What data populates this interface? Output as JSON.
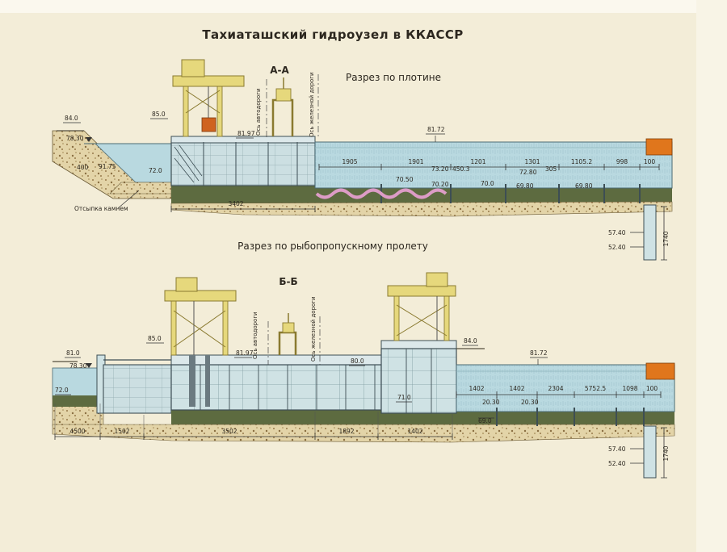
{
  "title": "Тахиаташский гидроузел  в ККАССР",
  "colors": {
    "background": "#f3edd8",
    "water": "#b9d9e0",
    "ground_olive": "#5d6b40",
    "soil_tan": "#e3d4a8",
    "concrete": "#ccdfe2",
    "crane_yellow": "#e6d87c",
    "accent_orange": "#e0761c",
    "clay_seam_pink": "#dd9cc6"
  },
  "section_a": {
    "label": "А-А",
    "caption": "Разрез по плотине",
    "axis_road": "Ось автодороги",
    "axis_rail": "Ось железной дороги",
    "note_rockfill": "Отсыпка камнем",
    "elev": {
      "e84": "84.0",
      "e85": "85.0",
      "e7830": "78.30",
      "d400": "400",
      "e9175": "91.75",
      "e72": "72.0",
      "e8197": "81.97",
      "e8172": "81.72",
      "e7050": "70.50",
      "e7320": "73.20",
      "e4503": "450.3",
      "e7020": "70.20",
      "e7280": "72.80",
      "e305": "305",
      "e70": "70.0",
      "e6980a": "69.80",
      "e6980b": "69.80",
      "e5740": "57.40",
      "e5240": "52.40"
    },
    "dims_top": [
      "1905",
      "1901",
      "1201",
      "1301",
      "1105.2",
      "998",
      "100"
    ],
    "dim_3402": "3402",
    "dim_1740": "1740"
  },
  "section_b": {
    "label": "Б-Б",
    "caption": "Разрез по рыбопропускному пролету",
    "axis_road": "Ось автодороги",
    "axis_rail": "Ось железной дороги",
    "elev": {
      "e85": "85.0",
      "e81": "81.0",
      "e7830": "78.30",
      "e8197": "81.97",
      "e80": "80.0",
      "e84": "84.0",
      "e8172": "81.72",
      "e72": "72.0",
      "e71": "71.0",
      "e69": "69.0",
      "e2030a": "20.30",
      "e2030b": "20.30",
      "e5740": "57.40",
      "e5240": "52.40"
    },
    "dims_right": [
      "1402",
      "1402",
      "2304",
      "5752.5",
      "1098",
      "100"
    ],
    "dims_bottom": [
      "4500",
      "1502",
      "3502",
      "1892",
      "1402"
    ],
    "dim_1740": "1740"
  }
}
